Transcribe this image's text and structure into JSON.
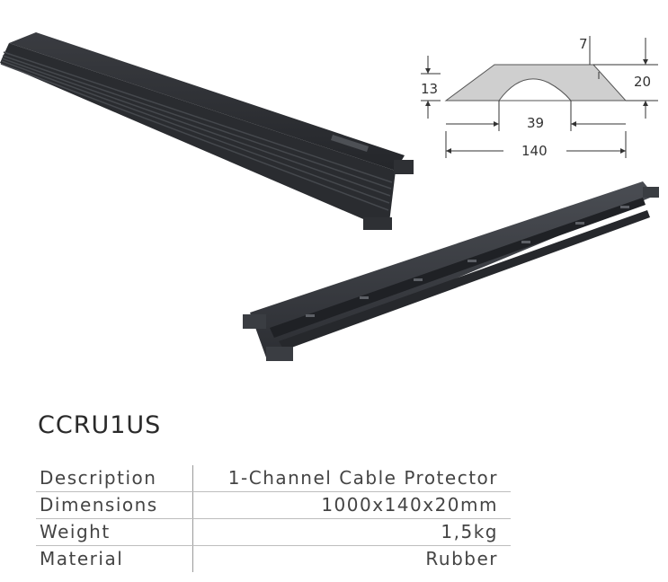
{
  "product": {
    "model": "CCRU1US"
  },
  "diagram": {
    "dim_top_offset": "7",
    "dim_side_height": "13",
    "dim_total_height": "20",
    "dim_channel_width": "39",
    "dim_total_width": "140"
  },
  "specs": {
    "rows": [
      {
        "label": "Description",
        "value": "1-Channel Cable Protector"
      },
      {
        "label": "Dimensions",
        "value": "1000x140x20mm"
      },
      {
        "label": "Weight",
        "value": "1,5kg"
      },
      {
        "label": "Material",
        "value": "Rubber"
      }
    ]
  },
  "colors": {
    "rubber": "#2b2d31",
    "rubber_edge": "#4a4d52",
    "profile_fill": "#cfcfcf"
  }
}
